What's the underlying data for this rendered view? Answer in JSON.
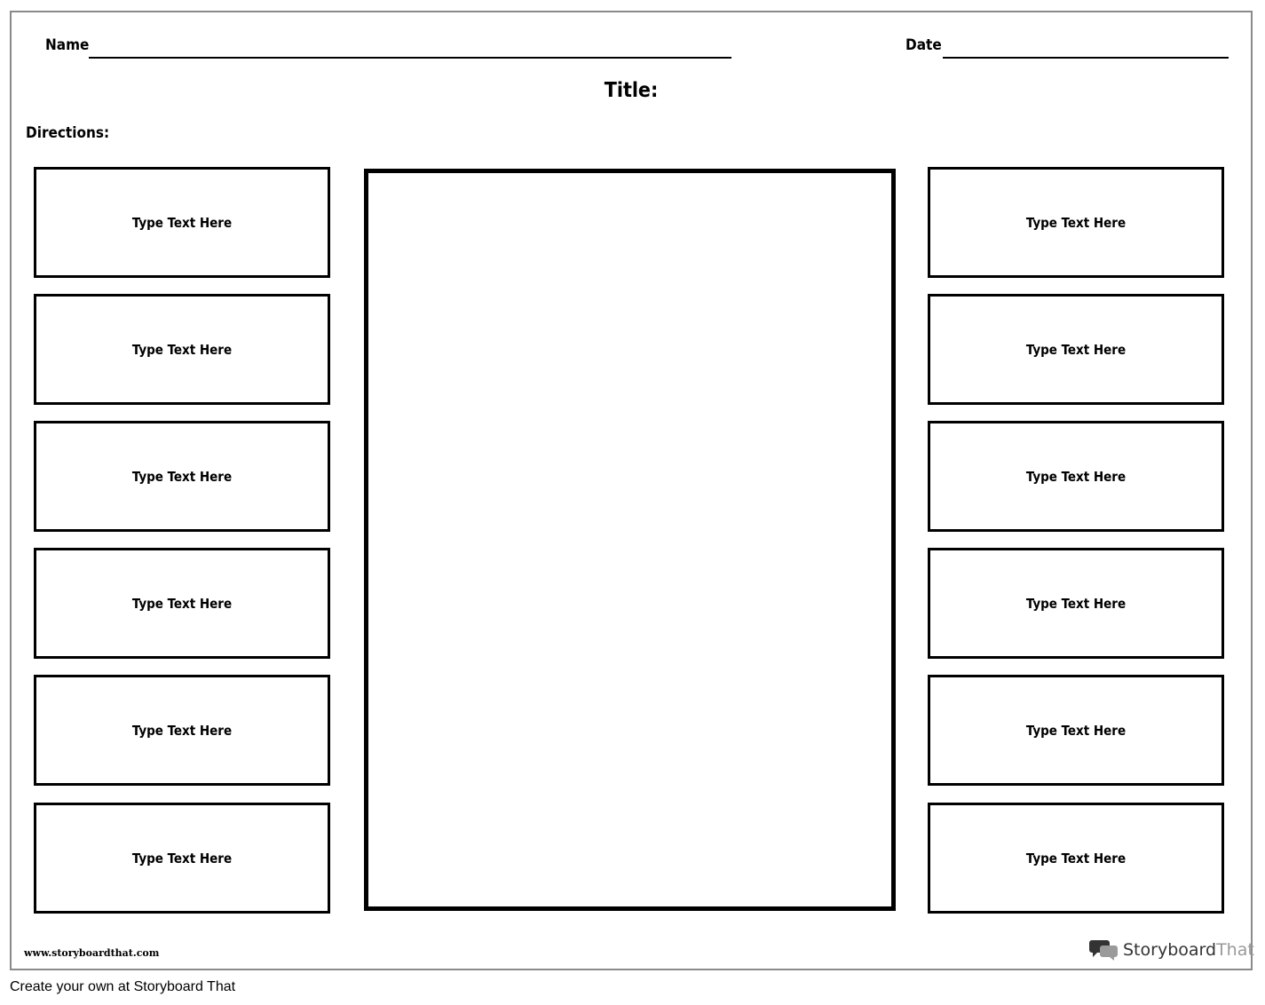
{
  "header": {
    "name_label": "Name",
    "date_label": "Date",
    "title_label": "Title:",
    "directions_label": "Directions:"
  },
  "left_boxes": [
    {
      "text": "Type Text Here"
    },
    {
      "text": "Type Text Here"
    },
    {
      "text": "Type Text Here"
    },
    {
      "text": "Type Text Here"
    },
    {
      "text": "Type Text Here"
    },
    {
      "text": "Type Text Here"
    }
  ],
  "right_boxes": [
    {
      "text": "Type Text Here"
    },
    {
      "text": "Type Text Here"
    },
    {
      "text": "Type Text Here"
    },
    {
      "text": "Type Text Here"
    },
    {
      "text": "Type Text Here"
    },
    {
      "text": "Type Text Here"
    }
  ],
  "footer": {
    "url": "www.storyboardthat.com",
    "logo_part1": "Storyboard",
    "logo_part2": "That",
    "cta": "Create your own at Storyboard That"
  },
  "icons": {
    "logo": "speech-bubbles-icon"
  },
  "colors": {
    "sheet_border": "#8a8a8a",
    "ink": "#000000",
    "logo_dark": "#333333",
    "logo_light": "#9a9a9a"
  }
}
